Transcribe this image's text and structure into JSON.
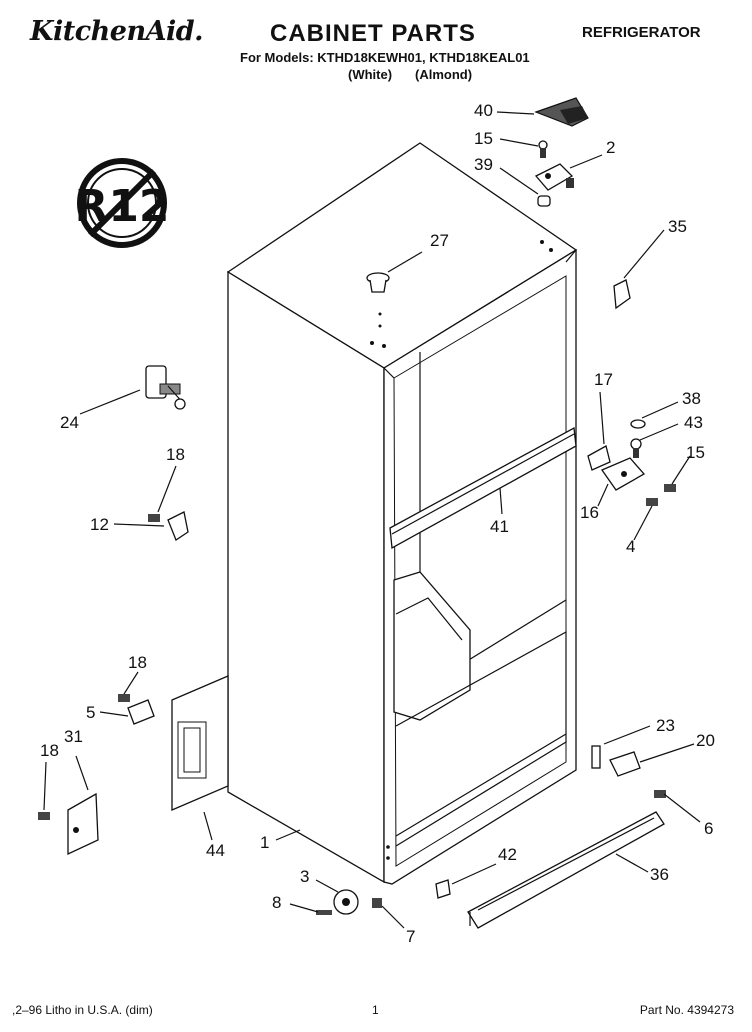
{
  "header": {
    "brand": "KitchenAid.",
    "title": "CABINET PARTS",
    "category": "REFRIGERATOR",
    "models_line": "For Models: KTHD18KEWH01, KTHD18KEAL01",
    "color_white": "(White)",
    "color_almond": "(Almond)"
  },
  "badge": {
    "text": "R12"
  },
  "callouts": [
    "40",
    "15",
    "2",
    "39",
    "35",
    "27",
    "17",
    "38",
    "43",
    "15",
    "24",
    "18",
    "12",
    "41",
    "16",
    "4",
    "18",
    "5",
    "31",
    "18",
    "23",
    "20",
    "6",
    "44",
    "1",
    "42",
    "36",
    "3",
    "8",
    "7"
  ],
  "footer": {
    "litho": ",2–96 Litho in U.S.A. (dim)",
    "page": "1",
    "part_no": "Part No. 4394273"
  }
}
